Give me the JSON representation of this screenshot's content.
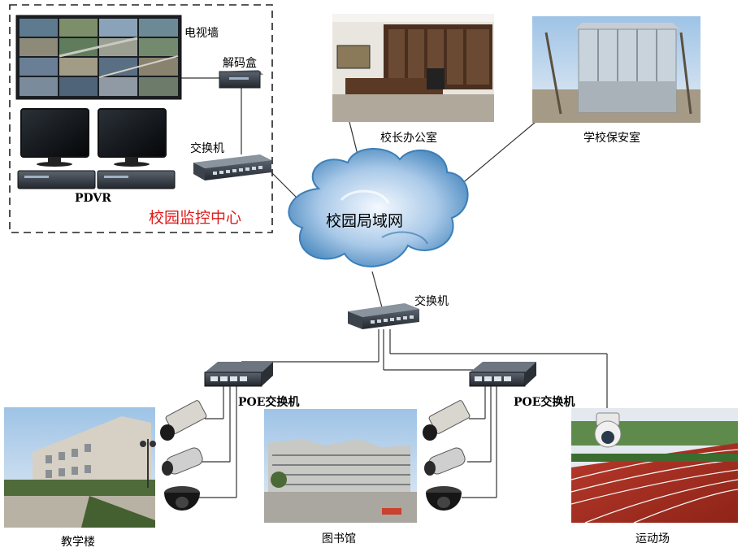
{
  "monitoring_center": {
    "title": "校园监控中心",
    "video_wall_label": "电视墙",
    "decoder_label": "解码盒",
    "switch_label": "交换机",
    "dvr_label": "PDVR"
  },
  "network": {
    "cloud_label": "校园局域网",
    "core_switch_label": "交换机"
  },
  "sites": {
    "principal_office": "校长办公室",
    "security_booth": "学校保安室",
    "teaching_building": "教学楼",
    "library": "图书馆",
    "playground": "运动场"
  },
  "poe": {
    "left_label": "POE交换机",
    "right_label": "POE交换机"
  },
  "colors": {
    "frame": "#222222",
    "line": "#333333",
    "title_red": "#e01a1a",
    "cloud_light": "#dbe9f7",
    "cloud_dark": "#3b7fb9"
  }
}
